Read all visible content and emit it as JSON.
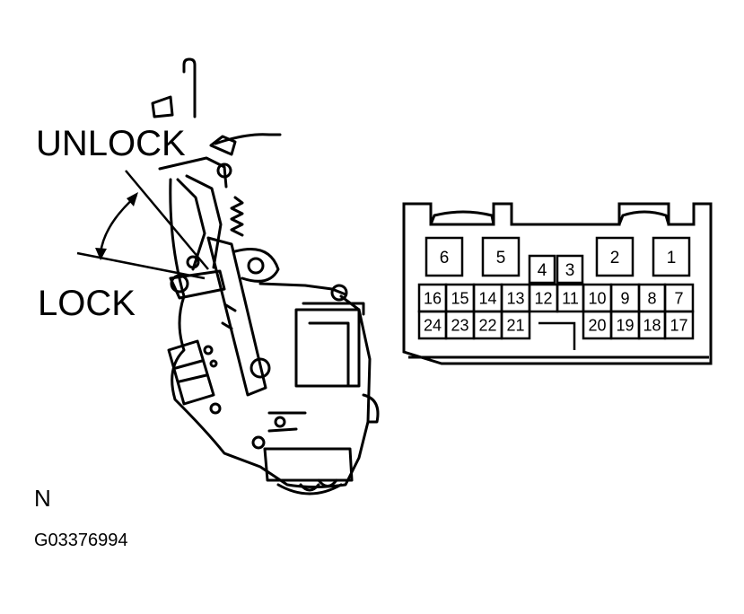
{
  "diagram": {
    "unlock_label": "UNLOCK",
    "lock_label": "LOCK",
    "view_letter": "N",
    "figure_code": "G03376994"
  },
  "connector": {
    "terminals_top": [
      "6",
      "5",
      "4",
      "3",
      "2",
      "1"
    ],
    "terminals_mid": [
      "16",
      "15",
      "14",
      "13",
      "12",
      "11",
      "10",
      "9",
      "8",
      "7"
    ],
    "terminals_bottom_left": [
      "24",
      "23",
      "22",
      "21"
    ],
    "terminals_bottom_right": [
      "20",
      "19",
      "18",
      "17"
    ]
  },
  "colors": {
    "line": "#000000",
    "background": "#ffffff"
  }
}
